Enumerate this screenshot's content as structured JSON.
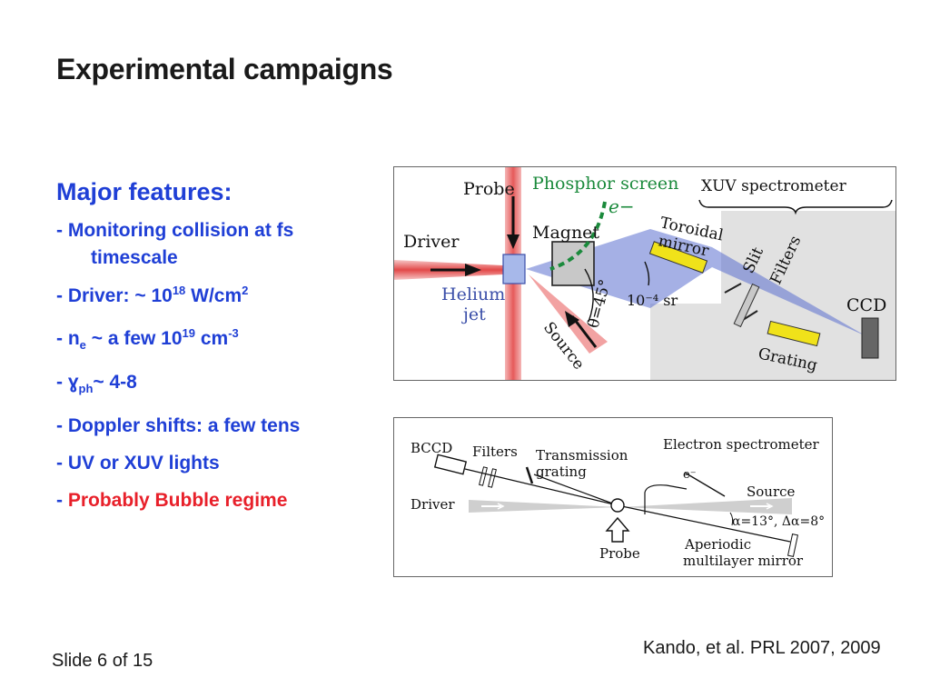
{
  "title": "Experimental campaigns",
  "features": {
    "heading": "Major features:",
    "monitoring": "- Monitoring collision at fs",
    "monitoring_cont": "timescale",
    "driver_prefix": "- Driver: ~  10",
    "driver_exp": "18",
    "driver_unit": " W/cm",
    "driver_unit_exp": "2",
    "ne_prefix": "- n",
    "ne_sub": "e",
    "ne_mid": " ~  a few 10",
    "ne_exp": "19",
    "ne_unit": " cm",
    "ne_unit_exp": "-3",
    "gamma_prefix": "-  ɣ",
    "gamma_sub": "ph",
    "gamma_val": "~ 4-8",
    "doppler": "- Doppler shifts: a few tens",
    "uv": "- UV or XUV lights",
    "bubble_dash": "- ",
    "bubble": "Probably Bubble regime"
  },
  "figure1": {
    "probe": "Probe",
    "phosphor": "Phosphor screen",
    "e_minus": "e−",
    "xuv": "XUV spectrometer",
    "driver": "Driver",
    "magnet": "Magnet",
    "toroidal1": "Toroidal",
    "toroidal2": "mirror",
    "slit": "Slit",
    "filters": "Filters",
    "helium1": "Helium",
    "helium2": "jet",
    "angle": "θ=45°",
    "solid_angle": "10⁻⁴ sr",
    "ccd": "CCD",
    "source": "Source",
    "grating": "Grating"
  },
  "figure2": {
    "bccd": "BCCD",
    "filters": "Filters",
    "transmission1": "Transmission",
    "transmission2": "grating",
    "electron_spec": "Electron spectrometer",
    "e_label": "e⁻",
    "source": "Source",
    "driver": "Driver",
    "alpha": "α=13°, Δα=8°",
    "probe": "Probe",
    "aperiodic1": "Aperiodic",
    "aperiodic2": "multilayer mirror"
  },
  "citation": "Kando, et al. PRL 2007, 2009",
  "slide_number": "Slide 6 of 15"
}
